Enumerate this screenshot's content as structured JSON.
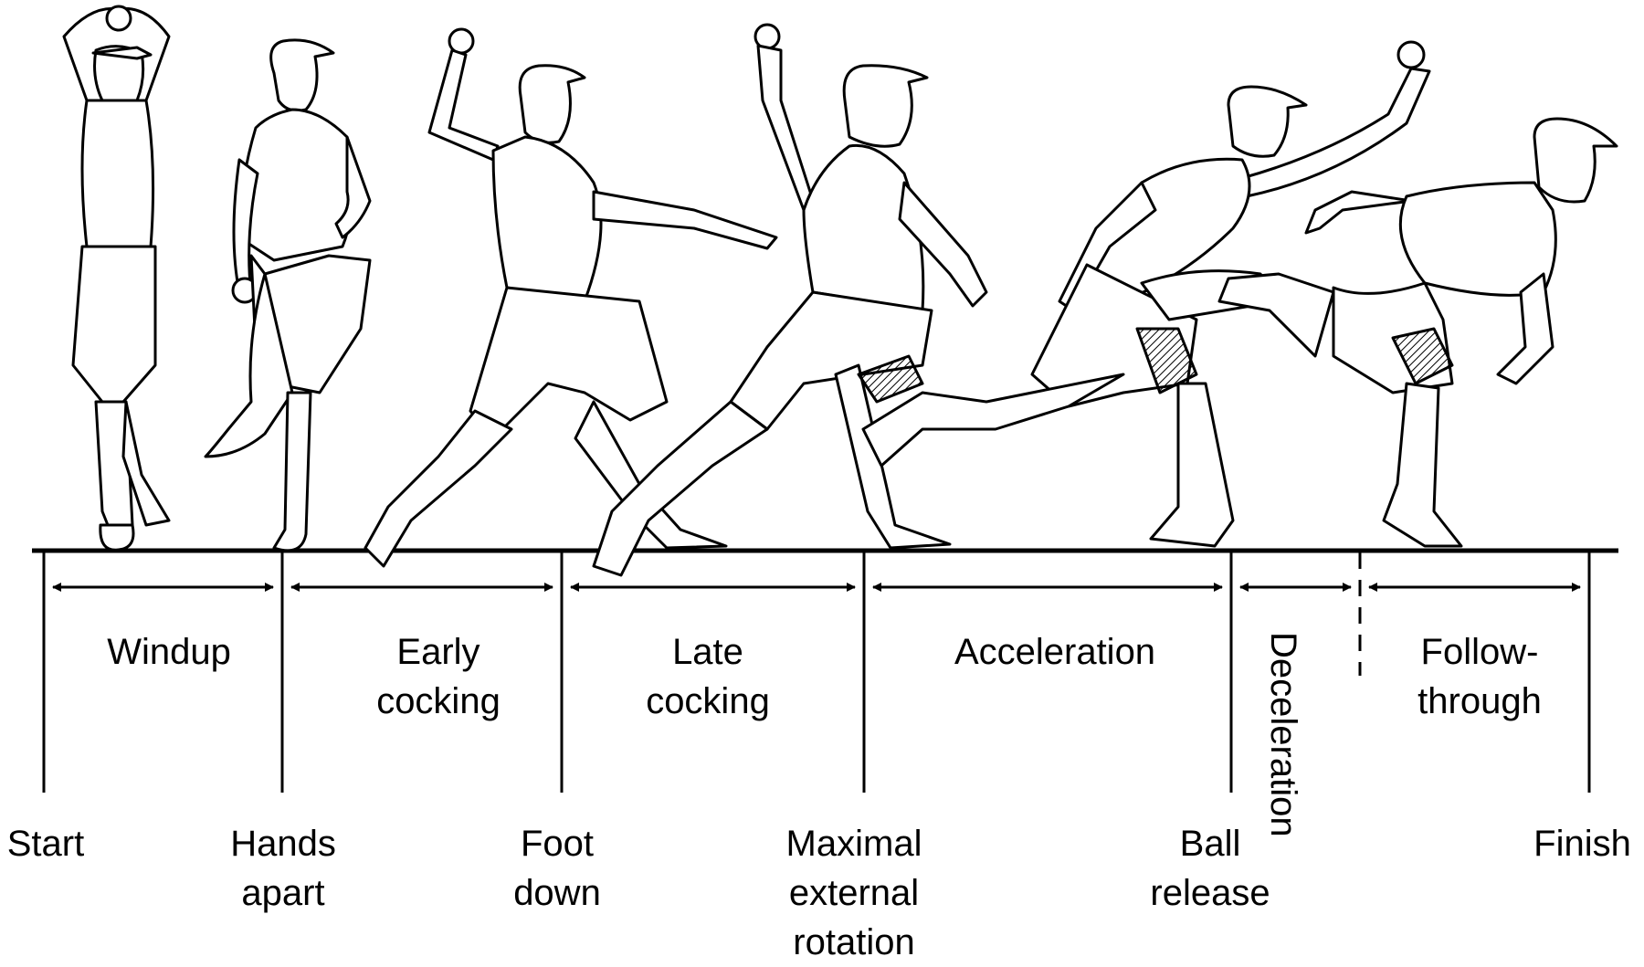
{
  "phases": {
    "windup": [
      "Windup"
    ],
    "early_cocking": [
      "Early",
      "cocking"
    ],
    "late_cocking": [
      "Late",
      "cocking"
    ],
    "acceleration": [
      "Acceleration"
    ],
    "deceleration": [
      "Deceleration"
    ],
    "follow_through": [
      "Follow-",
      "through"
    ]
  },
  "events": {
    "start": [
      "Start"
    ],
    "hands_apart": [
      "Hands",
      "apart"
    ],
    "foot_down": [
      "Foot",
      "down"
    ],
    "max_ext_rotation": [
      "Maximal",
      "external",
      "rotation"
    ],
    "ball_release": [
      "Ball",
      "release"
    ],
    "finish": [
      "Finish"
    ]
  },
  "figures": [
    {
      "pose": "windup"
    },
    {
      "pose": "hands-apart"
    },
    {
      "pose": "early-cocking"
    },
    {
      "pose": "late-cocking"
    },
    {
      "pose": "acceleration"
    },
    {
      "pose": "follow-through"
    }
  ],
  "colors": {
    "ink": "#000000",
    "background": "#ffffff"
  }
}
